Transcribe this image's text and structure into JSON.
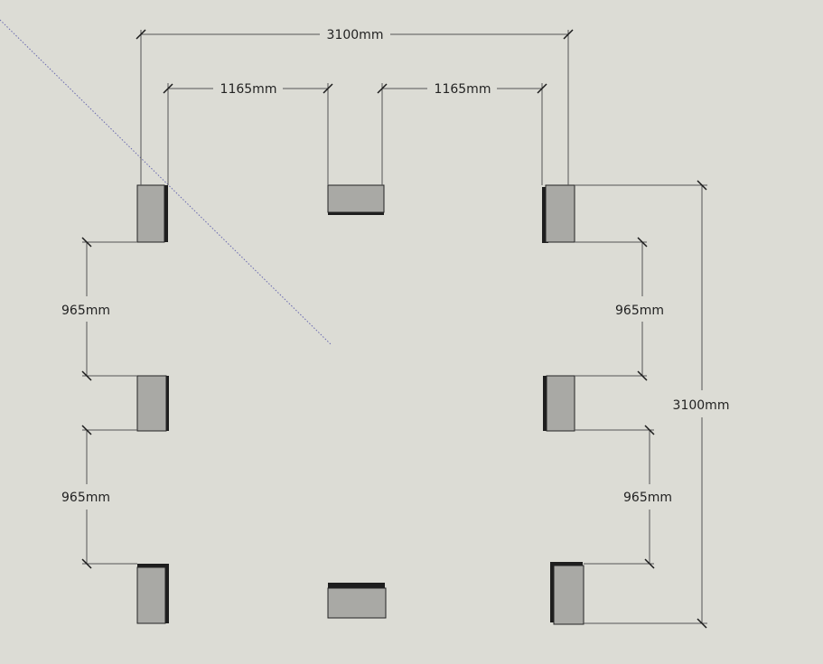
{
  "dimensions": {
    "top_overall": "3100mm",
    "top_left_gap": "1165mm",
    "top_right_gap": "1165mm",
    "left_upper_gap": "965mm",
    "left_lower_gap": "965mm",
    "right_upper_gap": "965mm",
    "right_lower_gap": "965mm",
    "right_overall": "3100mm"
  },
  "colors": {
    "background": "#dcdcd5",
    "block_face": "#a9a9a5",
    "block_shadow": "#1e1e1e",
    "dimension_line": "#555555",
    "axis_line": "#6a6ab0"
  }
}
